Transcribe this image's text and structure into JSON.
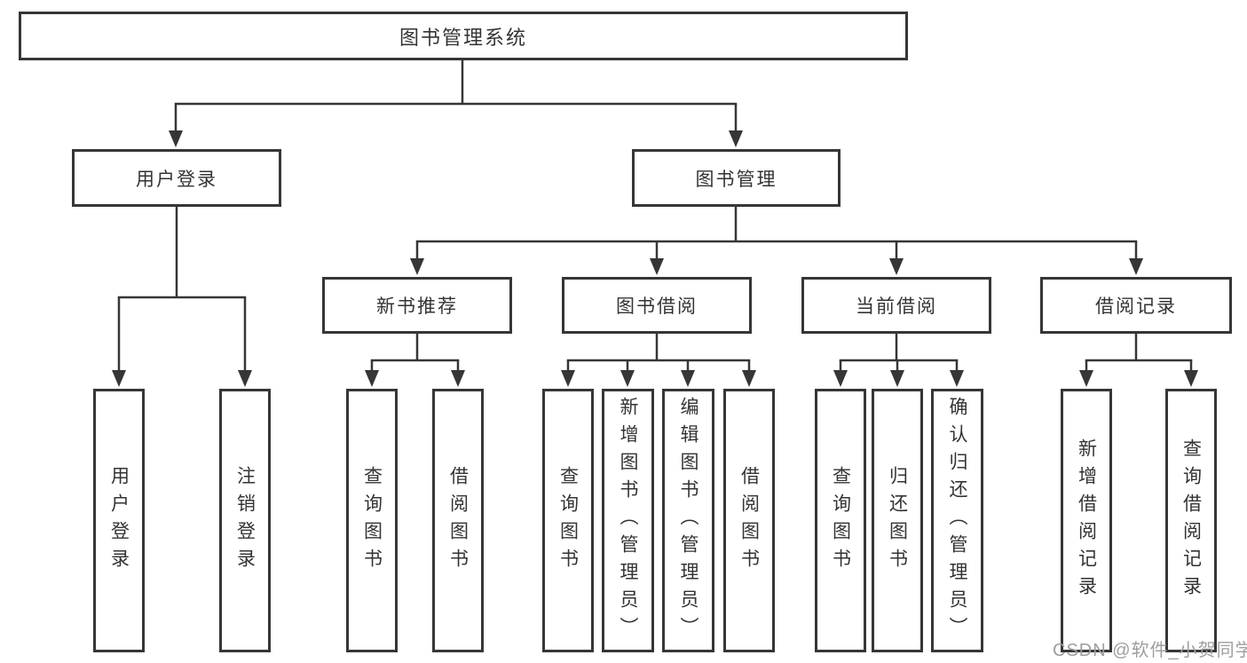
{
  "diagram": {
    "root": {
      "label": "图书管理系统",
      "children": [
        {
          "label": "用户登录",
          "children": [
            {
              "label": "用户登录"
            },
            {
              "label": "注销登录"
            }
          ]
        },
        {
          "label": "图书管理",
          "children": [
            {
              "label": "新书推荐",
              "children": [
                {
                  "label": "查询图书"
                },
                {
                  "label": "借阅图书"
                }
              ]
            },
            {
              "label": "图书借阅",
              "children": [
                {
                  "label": "查询图书"
                },
                {
                  "label": "新增图书（管理员）"
                },
                {
                  "label": "编辑图书（管理员）"
                },
                {
                  "label": "借阅图书"
                }
              ]
            },
            {
              "label": "当前借阅",
              "children": [
                {
                  "label": "查询图书"
                },
                {
                  "label": "归还图书"
                },
                {
                  "label": "确认归还（管理员）"
                }
              ]
            },
            {
              "label": "借阅记录",
              "children": [
                {
                  "label": "新增借阅记录"
                },
                {
                  "label": "查询借阅记录"
                }
              ]
            }
          ]
        }
      ]
    }
  },
  "watermark": {
    "text": "CSDN @软件_小贺同学"
  },
  "colors": {
    "line": "#363636",
    "box_border": "#363636",
    "text": "#333333",
    "background": "#ffffff",
    "watermark": "#9e9e9e"
  }
}
